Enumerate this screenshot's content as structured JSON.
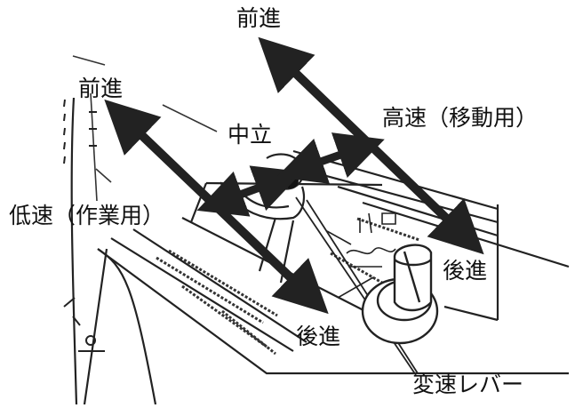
{
  "diagram": {
    "labels": {
      "forward_top": "前進",
      "forward_left": "前進",
      "neutral": "中立",
      "high_speed": "高速（移動用）",
      "low_speed": "低速（作業用）",
      "reverse_right": "後進",
      "reverse_bottom": "後進",
      "shift_lever": "変速レバー"
    }
  }
}
